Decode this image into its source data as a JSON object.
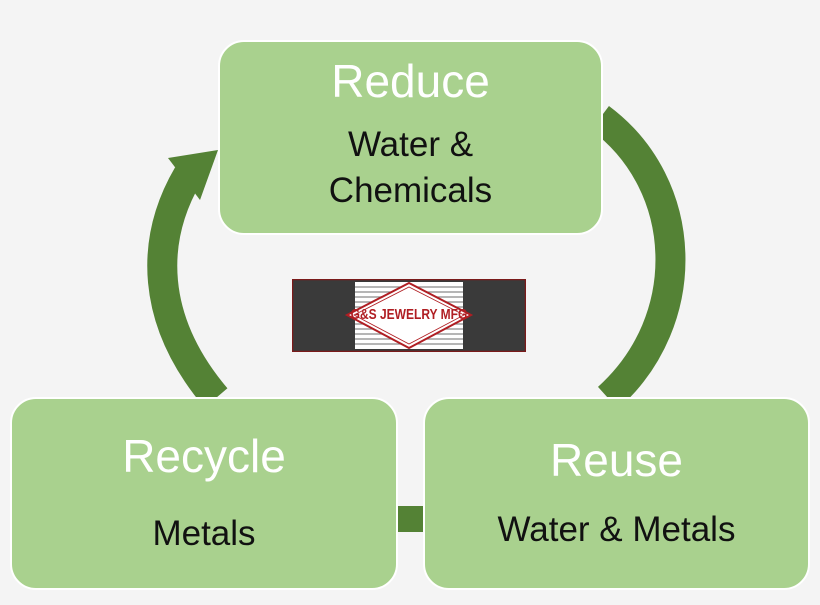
{
  "diagram": {
    "reduce": {
      "title": "Reduce",
      "subtitle": "Water & Chemicals"
    },
    "recycle": {
      "title": "Recycle",
      "subtitle": "Metals"
    },
    "reuse": {
      "title": "Reuse",
      "subtitle": "Water & Metals"
    }
  },
  "logo": {
    "text": "G&S JEWELRY MFG"
  },
  "colors": {
    "background": "#f4f4f4",
    "box_fill": "#a9d18e",
    "arrow": "#548235",
    "title_text": "#ffffff",
    "logo_red": "#b01e23",
    "logo_dark": "#3a3a3a"
  }
}
